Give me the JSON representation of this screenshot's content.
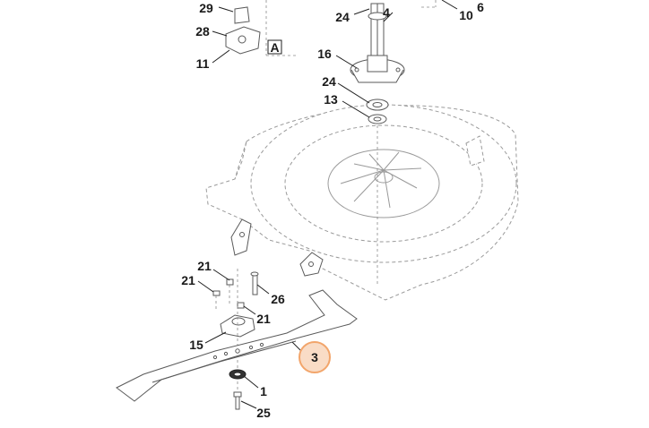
{
  "diagram": {
    "view_label": "A",
    "highlight_color": "#f2a56b",
    "highlight_fill": "#f9dcc6",
    "part_callouts": [
      {
        "id": "p29",
        "number": "29"
      },
      {
        "id": "p28",
        "number": "28"
      },
      {
        "id": "p11",
        "number": "11"
      },
      {
        "id": "p24a",
        "number": "24"
      },
      {
        "id": "p4",
        "number": "4"
      },
      {
        "id": "p10",
        "number": "10"
      },
      {
        "id": "p6",
        "number": "6"
      },
      {
        "id": "p16",
        "number": "16"
      },
      {
        "id": "p24b",
        "number": "24"
      },
      {
        "id": "p13",
        "number": "13"
      },
      {
        "id": "p21a",
        "number": "21"
      },
      {
        "id": "p21b",
        "number": "21"
      },
      {
        "id": "p26",
        "number": "26"
      },
      {
        "id": "p21c",
        "number": "21"
      },
      {
        "id": "p15",
        "number": "15"
      },
      {
        "id": "p1",
        "number": "1"
      },
      {
        "id": "p25",
        "number": "25"
      }
    ],
    "highlighted_callout": {
      "number": "3"
    }
  }
}
